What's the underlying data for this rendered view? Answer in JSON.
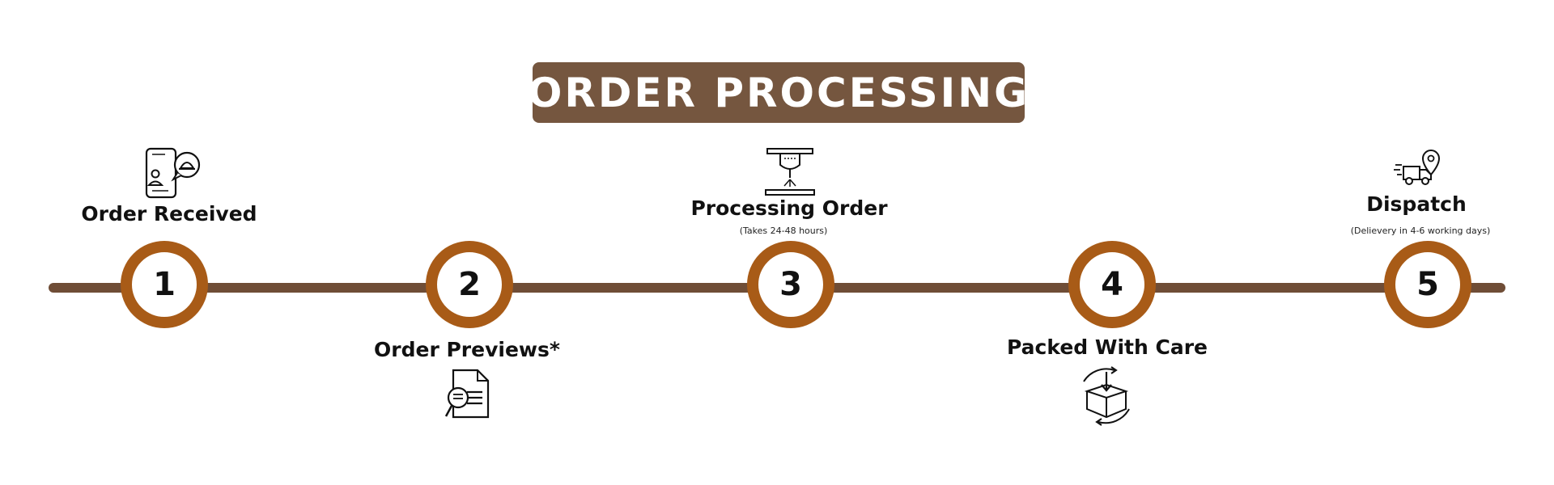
{
  "title": "ORDER PROCESSING",
  "colors": {
    "title_background": "#75563f",
    "timeline_line": "#6f4d36",
    "step_ring": "#a85b17",
    "text": "#111111"
  },
  "steps": [
    {
      "number": "1",
      "label": "Order Received",
      "note": "",
      "icon": "mobile-order-icon"
    },
    {
      "number": "2",
      "label": "Order Previews*",
      "note": "",
      "icon": "document-review-icon"
    },
    {
      "number": "3",
      "label": "Processing Order",
      "note": "(Takes 24-48 hours)",
      "icon": "engraving-machine-icon"
    },
    {
      "number": "4",
      "label": "Packed With Care",
      "note": "",
      "icon": "box-packing-icon"
    },
    {
      "number": "5",
      "label": "Dispatch",
      "note": "(Delievery in 4-6 working days)",
      "icon": "delivery-truck-icon"
    }
  ]
}
